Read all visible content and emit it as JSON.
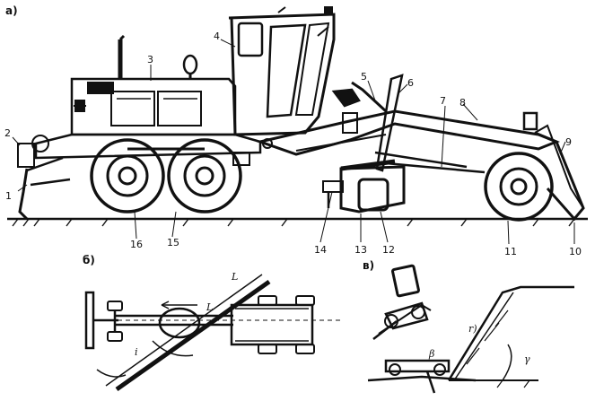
{
  "panels": {
    "a": "а)",
    "b": "б)",
    "c": "в)"
  },
  "callouts": [
    "1",
    "2",
    "3",
    "4",
    "5",
    "6",
    "7",
    "8",
    "9",
    "10",
    "11",
    "12",
    "13",
    "14",
    "15",
    "16"
  ],
  "plan_labels": {
    "l1": "L",
    "l2": "L",
    "alpha": "i"
  },
  "slope_labels": {
    "r": "r)",
    "gamma": "γ",
    "beta": "β"
  }
}
